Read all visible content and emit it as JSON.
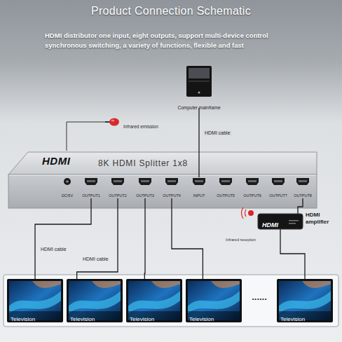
{
  "diagram": {
    "title": "Product Connection Schematic",
    "nodes": [
      {
        "text": [
          "Computer mainframe"
        ]
      },
      {
        "text": [
          "Infrared emission"
        ]
      },
      {
        "text": [
          "HDMI",
          "8K HDMI Splitter 1x8"
        ]
      },
      {
        "text": [
          "DC/5V"
        ],
        "in": 2
      },
      {
        "text": [
          "OUTPUT1"
        ],
        "in": 2
      },
      {
        "text": [
          "OUTPUT2"
        ],
        "in": 2
      },
      {
        "text": [
          "OUTPUT3"
        ],
        "in": 2
      },
      {
        "text": [
          "OUTPUT4"
        ],
        "in": 2
      },
      {
        "text": [
          "INPUT"
        ],
        "in": 2
      },
      {
        "text": [
          "OUTPUT5"
        ],
        "in": 2
      },
      {
        "text": [
          "OUTPUT6"
        ],
        "in": 2
      },
      {
        "text": [
          "OUTPUT7"
        ],
        "in": 2
      },
      {
        "text": [
          "OUTPUT8"
        ],
        "in": 2
      },
      {
        "text": [
          "HDMI",
          "HDMI amplifier"
        ]
      },
      {
        "text": [
          "Television"
        ]
      },
      {
        "text": [
          "Television"
        ]
      },
      {
        "text": [
          "Television"
        ]
      },
      {
        "text": [
          "Television"
        ]
      },
      {
        "text": [
          "Television"
        ]
      }
    ],
    "edges": [
      {
        "from": 0,
        "to": 8,
        "label": "HDMI cable",
        "arrow": "none"
      },
      {
        "from": 1,
        "to": 2,
        "arrow": "none"
      },
      {
        "from": 4,
        "to": 14,
        "label": "HDMI cable",
        "arrow": "none"
      },
      {
        "from": 5,
        "to": 15,
        "label": "HDMI cable",
        "arrow": "none"
      },
      {
        "from": 6,
        "to": 16,
        "arrow": "none"
      },
      {
        "from": 7,
        "to": 17,
        "arrow": "none"
      },
      {
        "from": 12,
        "to": 13,
        "arrow": "none"
      },
      {
        "from": 13,
        "to": 18,
        "arrow": "none"
      }
    ],
    "labels": [
      "HDMI distributor one input, eight outputs, support multi-device control synchronous switching, a variety of functions, flexible and fast",
      "Infrared reception",
      "......"
    ]
  }
}
